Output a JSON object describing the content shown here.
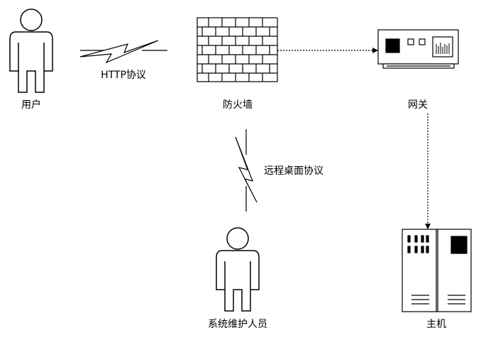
{
  "nodes": {
    "user": {
      "label": "用户",
      "icon": "person-icon"
    },
    "firewall": {
      "label": "防火墙",
      "icon": "brick-wall-icon"
    },
    "gateway": {
      "label": "网关",
      "icon": "gateway-device-icon"
    },
    "maintainer": {
      "label": "系统维护人员",
      "icon": "person-icon"
    },
    "host": {
      "label": "主机",
      "icon": "server-rack-icon"
    }
  },
  "edges": {
    "http": {
      "label": "HTTP协议",
      "icon": "lightning-link-icon"
    },
    "rdp": {
      "label": "远程桌面协议",
      "icon": "lightning-link-icon"
    }
  },
  "colors": {
    "stroke": "#000000",
    "background": "#ffffff"
  }
}
